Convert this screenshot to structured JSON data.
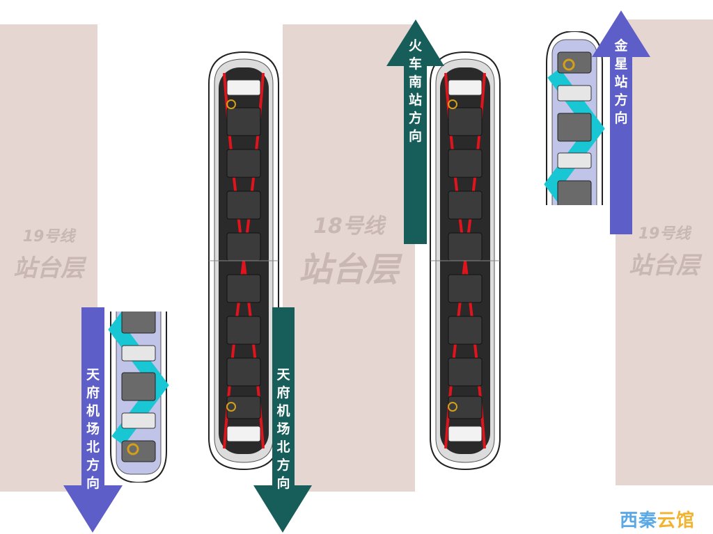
{
  "platforms": [
    {
      "id": "line19-left",
      "line": "19号线",
      "name": "站台层"
    },
    {
      "id": "line18",
      "line": "18号线",
      "name": "站台层"
    },
    {
      "id": "line19-right",
      "line": "19号线",
      "name": "站台层"
    }
  ],
  "directions": {
    "line19_down": {
      "text": [
        "天",
        "府",
        "机",
        "场",
        "北",
        "方",
        "向"
      ],
      "color": "#5e5ec8"
    },
    "line18_down": {
      "text": [
        "天",
        "府",
        "机",
        "场",
        "北",
        "方",
        "向"
      ],
      "color": "#175e5a"
    },
    "line18_up": {
      "text": [
        "火",
        "车",
        "南",
        "站",
        "方",
        "向"
      ],
      "color": "#175e5a"
    },
    "line19_up": {
      "text": [
        "金",
        "星",
        "站",
        "方",
        "向"
      ],
      "color": "#5e5ec8"
    }
  },
  "brand": {
    "text": "西秦云馆",
    "colors": [
      "#5aa9e6",
      "#f2b430"
    ]
  },
  "icons": [
    "arrow-down-icon",
    "arrow-up-icon",
    "train-icon"
  ]
}
